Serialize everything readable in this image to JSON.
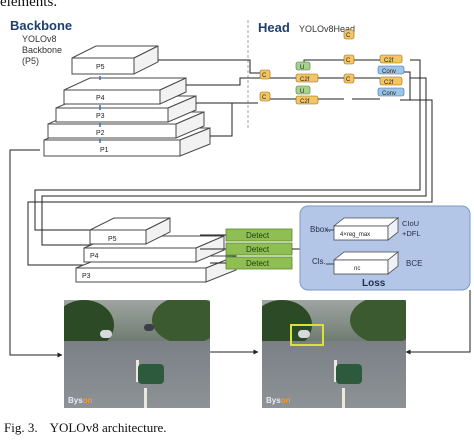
{
  "top_fragment": "elements.",
  "backbone": {
    "title": "Backbone",
    "subtitle_lines": [
      "YOLOv8",
      "Backbone",
      "(P5)"
    ],
    "levels": [
      "P5",
      "P4",
      "P3",
      "P2",
      "P1"
    ]
  },
  "head": {
    "title": "Head",
    "subtitle": "YOLOv8Head",
    "c_label": "C",
    "u_label": "U",
    "c2f_label": "C2f",
    "conv_label": "Conv"
  },
  "neck": {
    "levels": [
      "P5",
      "P4",
      "P3"
    ],
    "detect_labels": [
      "Detect",
      "Detect",
      "Detect"
    ]
  },
  "loss": {
    "title": "Loss",
    "bbox_label": "Bbox.",
    "bbox_inner": "4×reg_max",
    "bbox_loss": "CIoU\n+DFL",
    "cls_label": "Cls.",
    "cls_inner": "nc",
    "cls_loss": "BCE"
  },
  "photos": [
    {
      "watermark_a": "Bys",
      "watermark_b": "on"
    },
    {
      "watermark_a": "Bys",
      "watermark_b": "on"
    }
  ],
  "caption": {
    "number": "Fig. 3.",
    "text": "YOLOv8 architecture."
  },
  "colors": {
    "detect_green": "#8fbe54",
    "c_orange": "#f4c563",
    "u_green": "#a8d08d",
    "conv_blue": "#9cc5e8",
    "loss_panel": "#b4c6e7",
    "stack_fill": "#ffffff",
    "stack_line": "#4a4a4a"
  }
}
